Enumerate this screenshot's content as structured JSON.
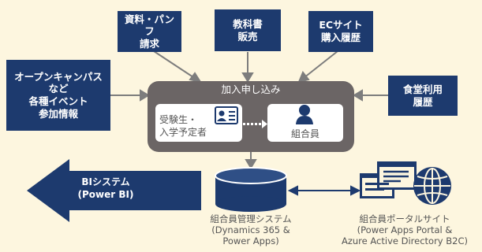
{
  "colors": {
    "background": "#fdf6df",
    "navy": "#1d3a6e",
    "panel_gray": "#6b6565",
    "arrow_gray": "#7d7d7d",
    "text_gray": "#555555"
  },
  "sources": {
    "brochure_request": "資料・パンフ\n請求",
    "textbook_sales": "教科書\n販売",
    "ec_history": "ECサイト\n購入履歴",
    "events": "オープンキャンパス\nなど\n各種イベント\n参加情報",
    "cafeteria": "食堂利用\n履歴"
  },
  "enrollment": {
    "title": "加入申し込み",
    "applicant_label": "受験生・\n入学予定者",
    "member_label": "組合員"
  },
  "bi": {
    "label": "BIシステム\n(Power BI)"
  },
  "management_system": {
    "label": "組合員管理システム\n(Dynamics 365 &\nPower Apps)"
  },
  "portal": {
    "label": "組合員ポータルサイト\n(Power Apps Portal &\nAzure Active Directory B2C)"
  },
  "icons": {
    "applicant": "id-card-icon",
    "member": "person-icon",
    "database": "database-icon",
    "portal": "browser-windows-globe-icon"
  }
}
